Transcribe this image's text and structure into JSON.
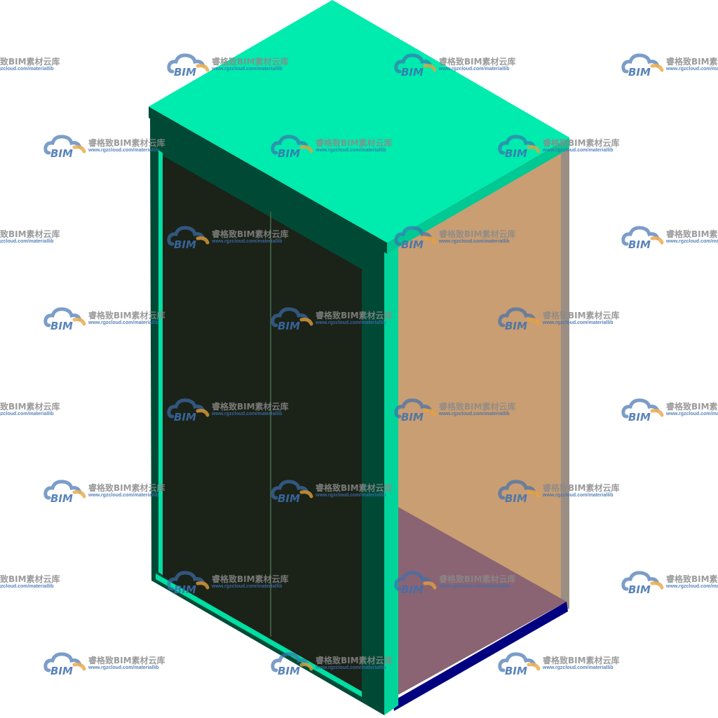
{
  "colors": {
    "top_face": "#00EBAE",
    "frame_dark": "#004A35",
    "frame_light": "#00E0A4",
    "door_glass": "#1B2218",
    "side_panel": "#C99E72",
    "floor_panel": "#8A6472",
    "base_edge": "#000080",
    "background": "#FFFFFF"
  },
  "watermark": {
    "logo_text": "BIM",
    "name": "睿格致BIM素材云库",
    "url": "www.rgzcloud.com/materiallib"
  }
}
